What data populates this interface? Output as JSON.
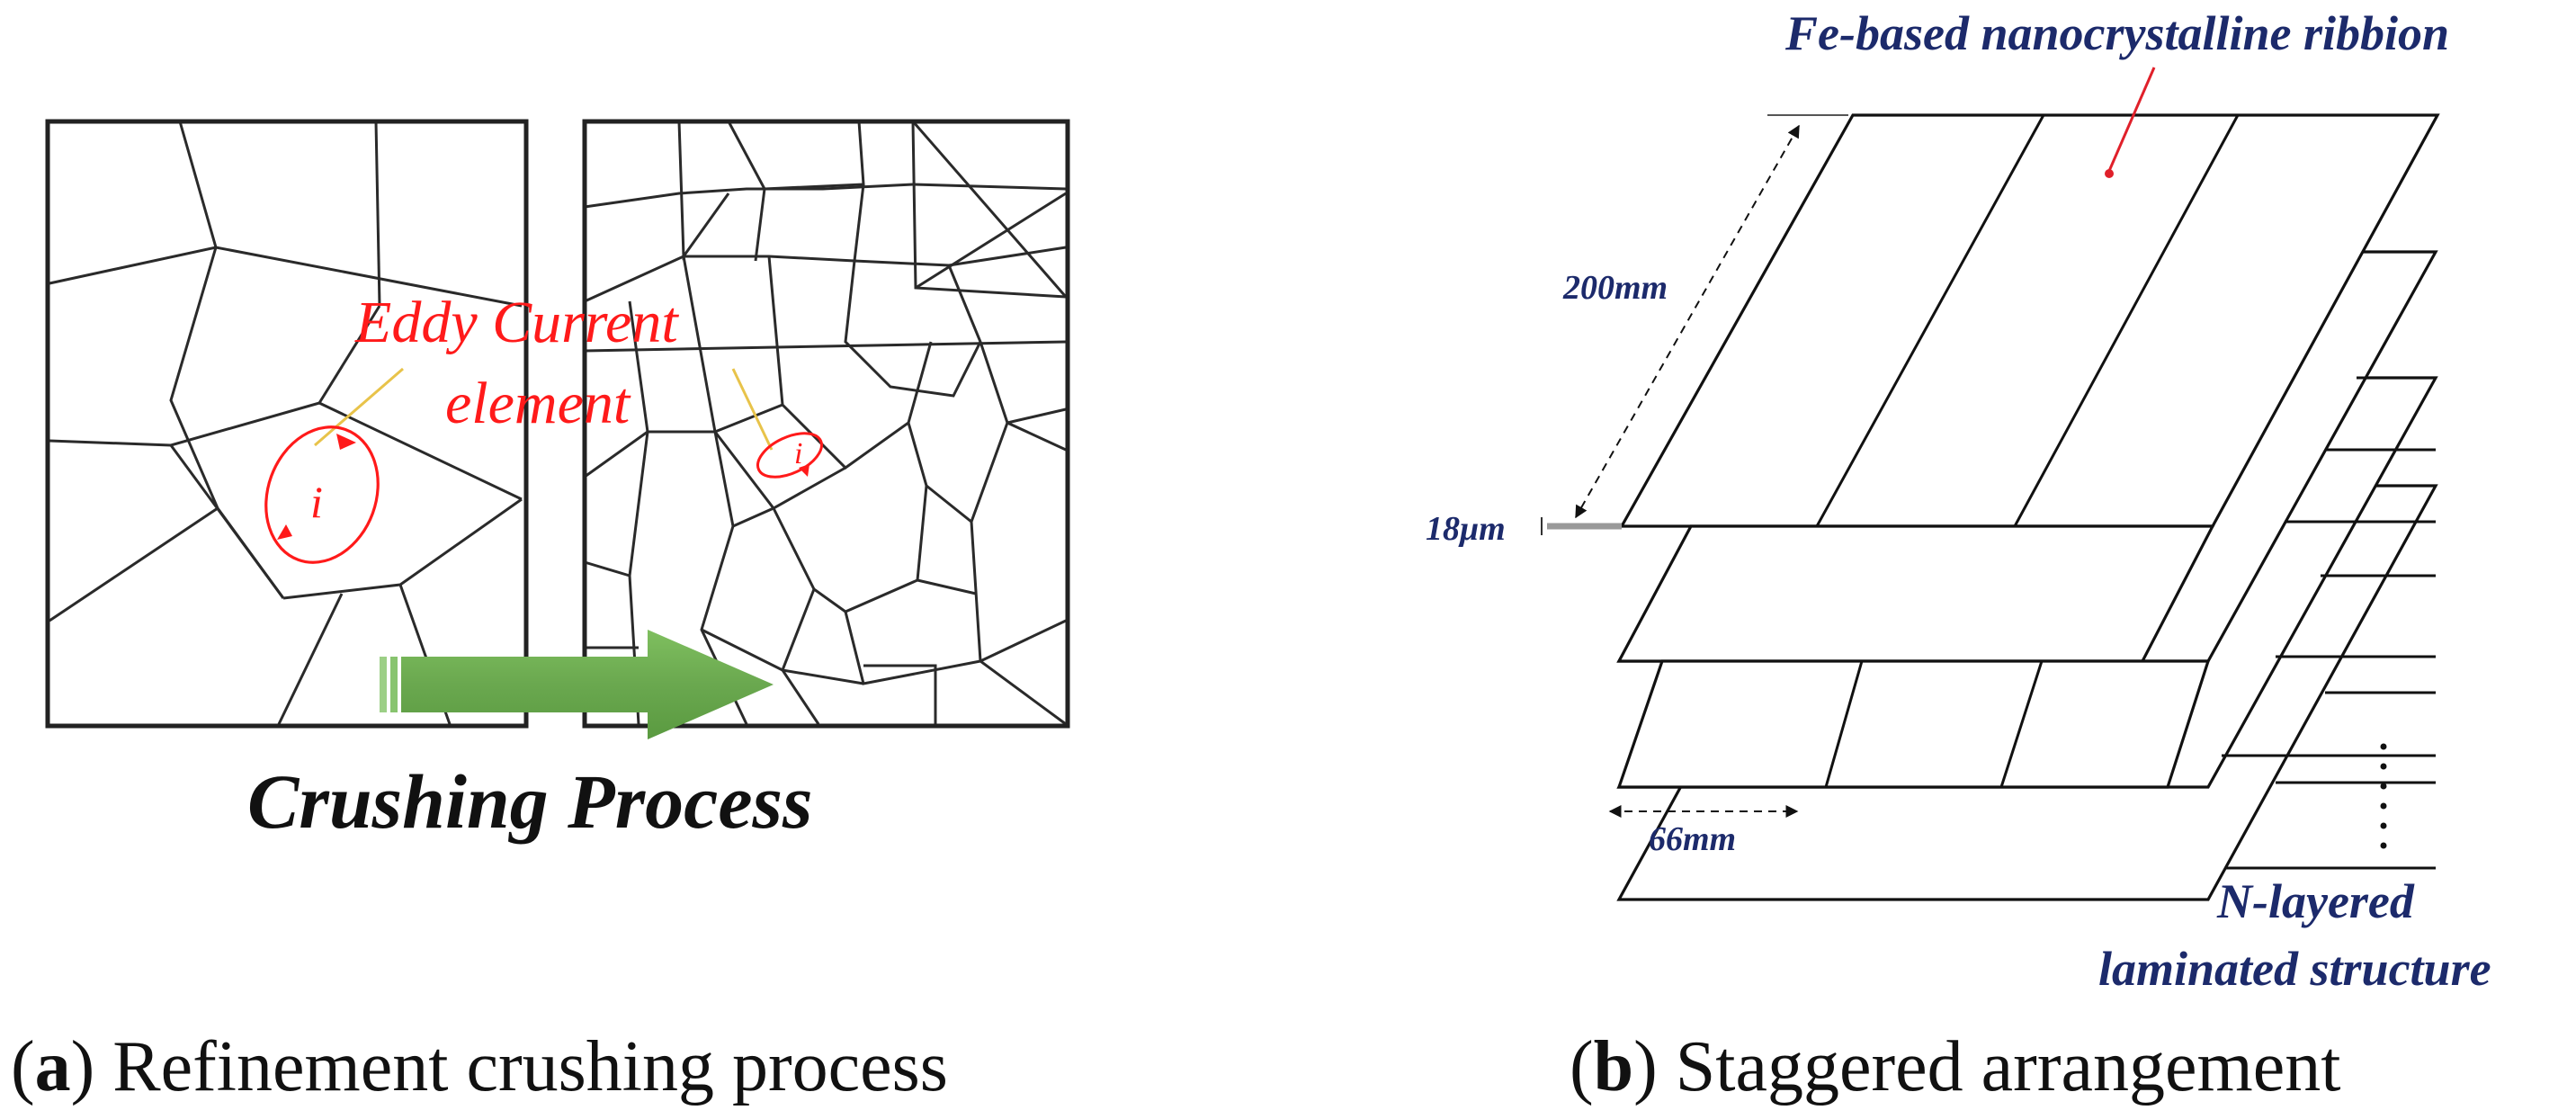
{
  "panel_a": {
    "label_open": "(",
    "label_letter": "a",
    "label_close": ")",
    "caption_text": " Refinement crushing process",
    "eddy_label_line1": "Eddy Current",
    "eddy_label_line2": "element",
    "current_symbol_left": "i",
    "current_symbol_right": "i",
    "process_label": "Crushing Process",
    "colors": {
      "annotation": "#ff1a1a",
      "arrow": "#6aa84f",
      "leader": "#e8c34a"
    }
  },
  "panel_b": {
    "label_open": "(",
    "label_letter": "b",
    "label_close": ")",
    "caption_text": " Staggered arrangement",
    "ribbon_label": "Fe-based nanocrystalline ribbion",
    "length_label": "200mm",
    "thickness_label": "18μm",
    "width_label": "66mm",
    "structure_line1": "N-layered",
    "structure_line2": "laminated structure",
    "colors": {
      "annotation": "#1c2a6b",
      "pointer": "#e0202a"
    }
  }
}
